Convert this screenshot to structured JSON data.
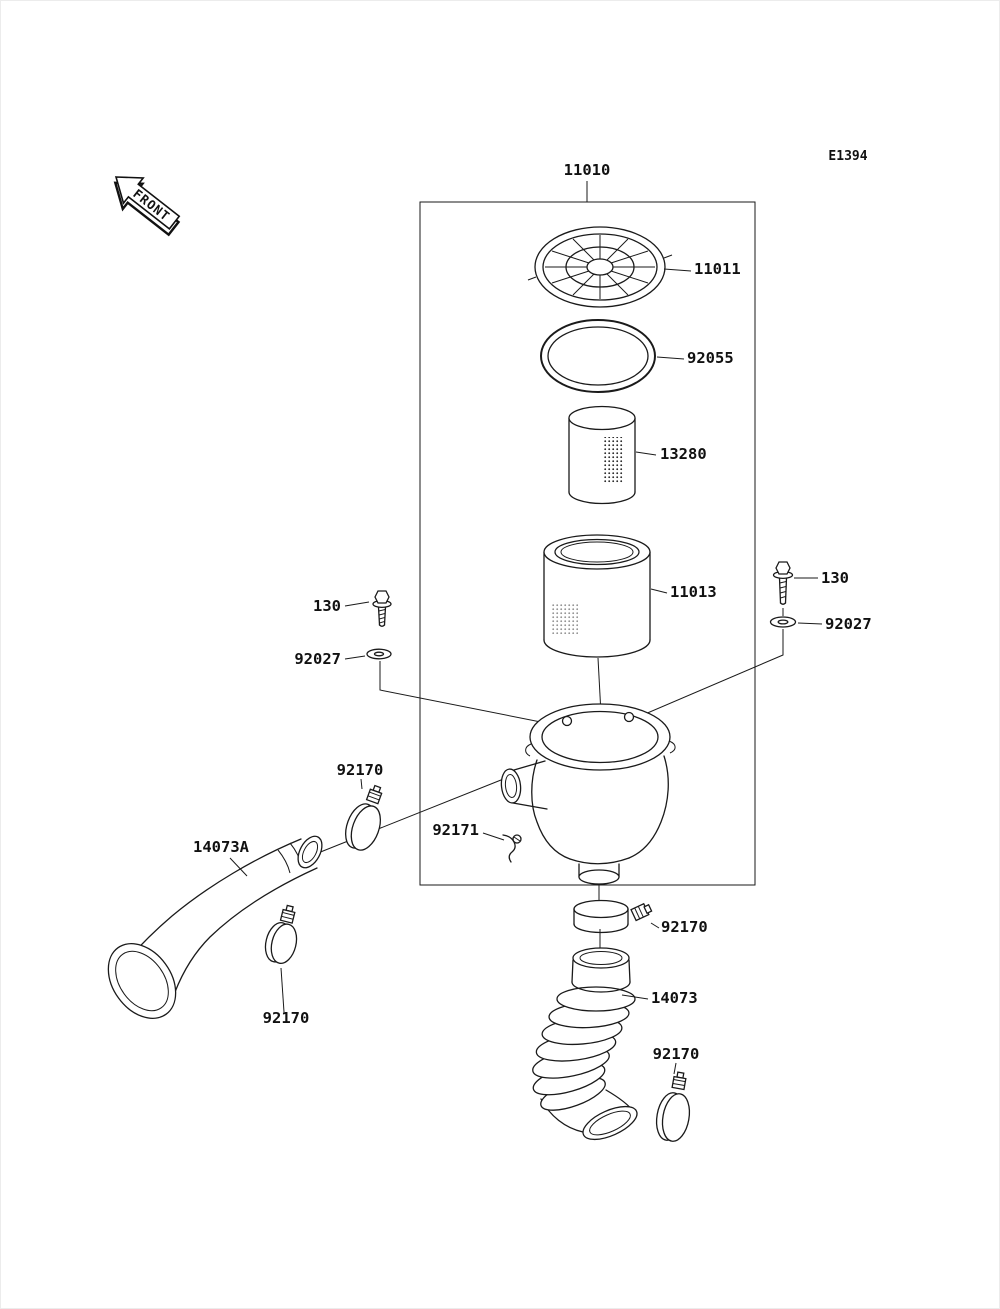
{
  "meta": {
    "diagram_code": "E1394",
    "front_label": "FRONT"
  },
  "parts": {
    "assembly": "11010",
    "cap": "11011",
    "oring": "92055",
    "inner_element": "13280",
    "element": "11013",
    "bolt_left": "130",
    "washer_left": "92027",
    "bolt_right": "130",
    "washer_right": "92027",
    "clamp_spout": "92170",
    "clamp_small": "92171",
    "duct": "14073A",
    "clamp_duct": "92170",
    "clamp_outlet": "92170",
    "hose": "14073",
    "clamp_hose": "92170"
  }
}
